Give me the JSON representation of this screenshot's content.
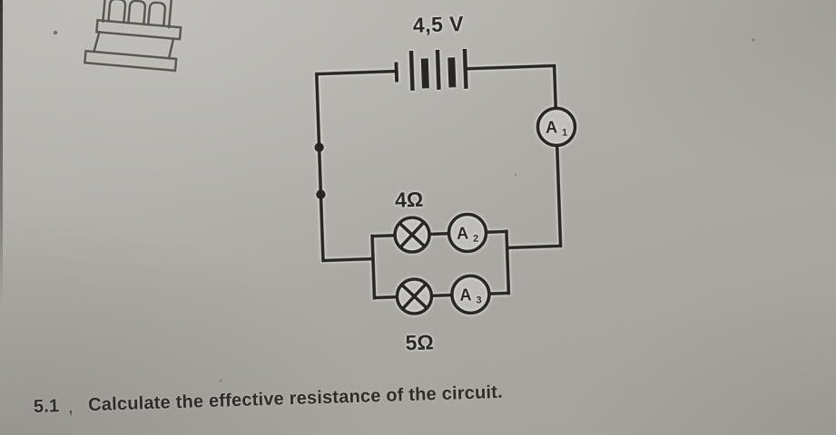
{
  "paper": {
    "base_color": "#aeaba6",
    "ink_color": "#23211e"
  },
  "circuit": {
    "battery_label": "4,5 V",
    "ammeters": {
      "a1": {
        "letter": "A",
        "sub": "1"
      },
      "a2": {
        "letter": "A",
        "sub": "2"
      },
      "a3": {
        "letter": "A",
        "sub": "3"
      }
    },
    "resistances": {
      "top_branch": "4Ω",
      "bottom_branch": "5Ω"
    }
  },
  "question": {
    "number": "5.1",
    "stray_mark": ",",
    "text": "Calculate the effective resistance of the circuit."
  }
}
